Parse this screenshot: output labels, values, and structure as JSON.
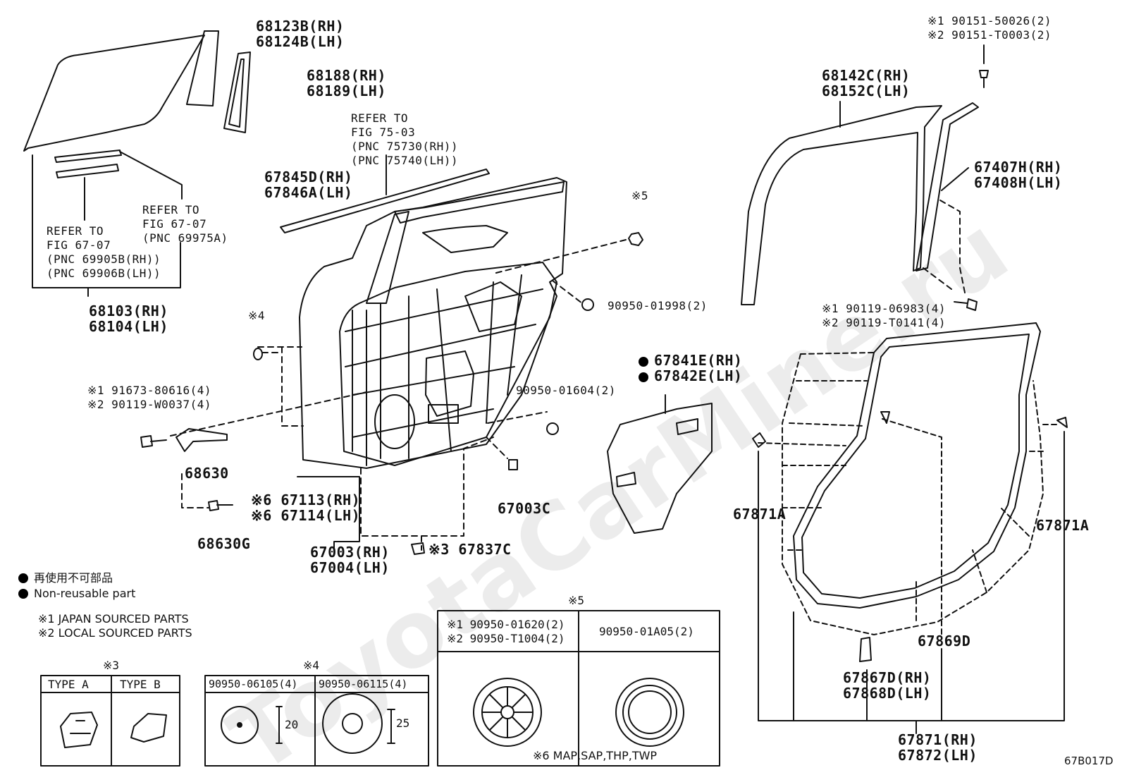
{
  "watermark": "ToyotaCarMine.ru",
  "figure_code": "67B017D",
  "labels": {
    "glass": [
      "68123B(RH)",
      "68124B(LH)"
    ],
    "quarter_frame": [
      "68188(RH)",
      "68189(LH)"
    ],
    "refer_75": [
      "REFER TO",
      "FIG 75-03",
      "(PNC 75730(RH))",
      "(PNC 75740(LH))"
    ],
    "moulding": [
      "67845D(RH)",
      "67846A(LH)"
    ],
    "refer_67a": [
      "REFER TO",
      "FIG 67-07",
      "(PNC 69975A)"
    ],
    "refer_67b": [
      "REFER TO",
      "FIG 67-07",
      "(PNC 69905B(RH))",
      "(PNC 69906B(LH))"
    ],
    "regulator": [
      "68103(RH)",
      "68104(LH)"
    ],
    "mark4": "※4",
    "mark5": "※5",
    "screw": [
      "※1 91673-80616(4)",
      "※2 90119-W0037(4)"
    ],
    "check": "68630",
    "check_bolt": "68630G",
    "plug_1998": "90950-01998(2)",
    "plug_1604": "90950-01604(2)",
    "bumper": "67003C",
    "panel_sub": [
      "※6 67113(RH)",
      "※6 67114(LH)"
    ],
    "door_panel": [
      "67003(RH)",
      "67004(LH)"
    ],
    "clip_37c": "※3 67837C",
    "cover": [
      "67841E(RH)",
      "67842E(LH)"
    ],
    "weather": [
      "68142C(RH)",
      "68152C(LH)"
    ],
    "bolt_top": [
      "※1 90151-50026(2)",
      "※2 90151-T0003(2)"
    ],
    "channel": [
      "67407H(RH)",
      "67408H(LH)"
    ],
    "bolt_mid": [
      "※1 90119-06983(4)",
      "※2 90119-T0141(4)"
    ],
    "ws_left": "67871A",
    "ws_right": "67871A",
    "ws_main": "67869D",
    "ws_clip": [
      "67867D(RH)",
      "67868D(LH)"
    ],
    "ws_asm": [
      "67871(RH)",
      "67872(LH)"
    ]
  },
  "legend": {
    "jp": "再使用不可部品",
    "en": "Non-reusable part",
    "src1": "※1  JAPAN SOURCED PARTS",
    "src2": "※2  LOCAL SOURCED PARTS",
    "footnote6": "※6 MAP,SAP,THP,TWP"
  },
  "table3": {
    "mark": "※3",
    "col_a": "TYPE  A",
    "col_b": "TYPE  B"
  },
  "table4": {
    "mark": "※4",
    "col_a": "90950-06105(4)",
    "col_b": "90950-06115(4)",
    "dim_a": "20",
    "dim_b": "25"
  },
  "table5": {
    "mark": "※5",
    "col_a": [
      "※1 90950-01620(2)",
      "※2 90950-T1004(2)"
    ],
    "col_b": "90950-01A05(2)"
  },
  "colors": {
    "ink": "#111111",
    "background": "#ffffff"
  }
}
